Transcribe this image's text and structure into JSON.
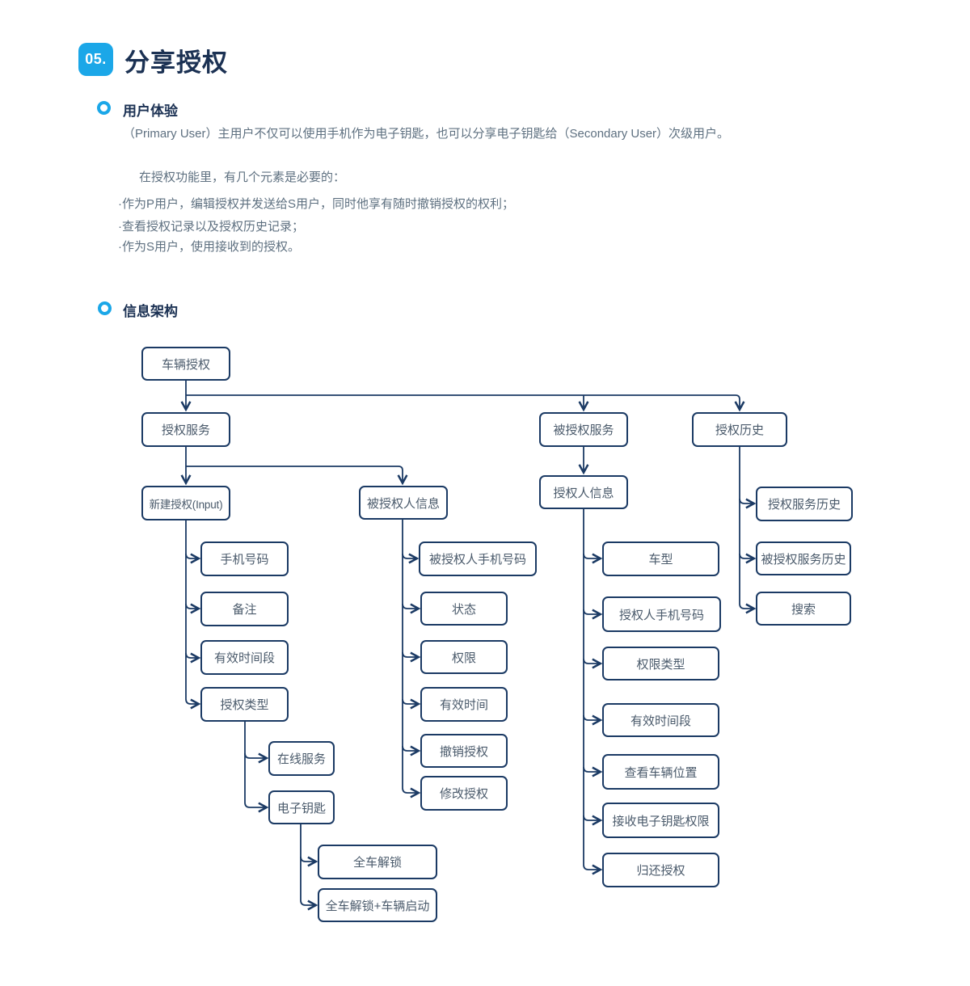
{
  "header": {
    "badge": "05.",
    "title": "分享授权"
  },
  "sections": {
    "ux": {
      "heading": "用户体验",
      "intro": "（Primary User）主用户不仅可以使用手机作为电子钥匙，也可以分享电子钥匙给（Secondary User）次级用户。",
      "list_intro": "在授权功能里，有几个元素是必要的：",
      "bullets": [
        "·作为P用户，编辑授权并发送给S用户，同时他享有随时撤销授权的权利；",
        "·查看授权记录以及授权历史记录；",
        "·作为S用户，使用接收到的授权。"
      ]
    },
    "ia": {
      "heading": "信息架构"
    }
  },
  "colors": {
    "accent": "#1BA7E8",
    "diagram_line": "#1B3A64",
    "node_text": "#4A5A6B",
    "heading_text": "#1B3153",
    "body_text": "#5E7080"
  },
  "diagram": {
    "nodes": {
      "vehicle_authorization": "车辆授权",
      "authorization_service": "授权服务",
      "authorized_service": "被授权服务",
      "authorization_history": "授权历史",
      "new_authorization": "新建授权(Input)",
      "grantee_info": "被授权人信息",
      "grantor_info": "授权人信息",
      "phone_number": "手机号码",
      "remark": "备注",
      "valid_period": "有效时间段",
      "authorization_type": "授权类型",
      "online_service": "在线服务",
      "electronic_key": "电子钥匙",
      "unlock_all": "全车解锁",
      "unlock_and_start": "全车解锁+车辆启动",
      "grantee_phone": "被授权人手机号码",
      "status": "状态",
      "permission": "权限",
      "valid_time": "有效时间",
      "revoke_authorization": "撤销授权",
      "modify_authorization": "修改授权",
      "car_model": "车型",
      "grantor_phone": "授权人手机号码",
      "permission_type": "权限类型",
      "valid_period_2": "有效时间段",
      "view_vehicle_location": "查看车辆位置",
      "receive_ekey_permission": "接收电子钥匙权限",
      "return_authorization": "归还授权",
      "authorization_service_history": "授权服务历史",
      "authorized_service_history": "被授权服务历史",
      "search": "搜索"
    },
    "edges": [
      [
        "vehicle_authorization",
        "authorization_service"
      ],
      [
        "vehicle_authorization",
        "authorized_service"
      ],
      [
        "vehicle_authorization",
        "authorization_history"
      ],
      [
        "authorization_service",
        "new_authorization"
      ],
      [
        "authorization_service",
        "grantee_info"
      ],
      [
        "authorized_service",
        "grantor_info"
      ],
      [
        "new_authorization",
        "phone_number"
      ],
      [
        "new_authorization",
        "remark"
      ],
      [
        "new_authorization",
        "valid_period"
      ],
      [
        "new_authorization",
        "authorization_type"
      ],
      [
        "authorization_type",
        "online_service"
      ],
      [
        "authorization_type",
        "electronic_key"
      ],
      [
        "electronic_key",
        "unlock_all"
      ],
      [
        "electronic_key",
        "unlock_and_start"
      ],
      [
        "grantee_info",
        "grantee_phone"
      ],
      [
        "grantee_info",
        "status"
      ],
      [
        "grantee_info",
        "permission"
      ],
      [
        "grantee_info",
        "valid_time"
      ],
      [
        "grantee_info",
        "revoke_authorization"
      ],
      [
        "grantee_info",
        "modify_authorization"
      ],
      [
        "grantor_info",
        "car_model"
      ],
      [
        "grantor_info",
        "grantor_phone"
      ],
      [
        "grantor_info",
        "permission_type"
      ],
      [
        "grantor_info",
        "valid_period_2"
      ],
      [
        "grantor_info",
        "view_vehicle_location"
      ],
      [
        "grantor_info",
        "receive_ekey_permission"
      ],
      [
        "grantor_info",
        "return_authorization"
      ],
      [
        "authorization_history",
        "authorization_service_history"
      ],
      [
        "authorization_history",
        "authorized_service_history"
      ],
      [
        "authorization_history",
        "search"
      ]
    ]
  }
}
